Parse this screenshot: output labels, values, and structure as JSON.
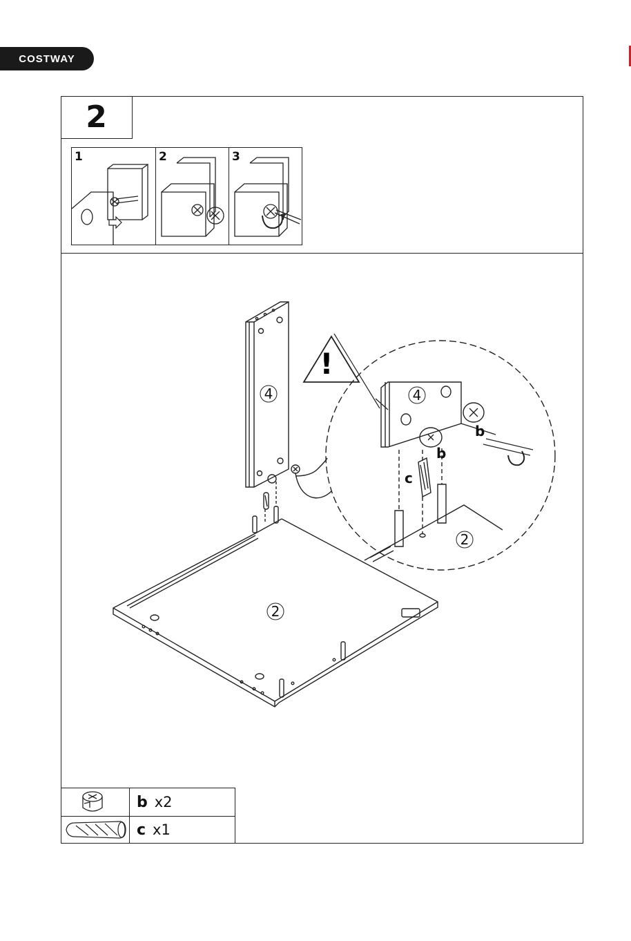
{
  "brand": {
    "name": "COSTWAY"
  },
  "step": {
    "number": "2"
  },
  "substeps": [
    {
      "number": "1"
    },
    {
      "number": "2"
    },
    {
      "number": "3"
    }
  ],
  "labels": {
    "panel_top": "4",
    "panel_bottom": "2",
    "detail_panel_top": "4",
    "detail_panel_bottom": "2",
    "cam_b_1": "b",
    "cam_b_2": "b",
    "dowel_c": "c"
  },
  "warning": {
    "symbol": "!"
  },
  "parts": [
    {
      "letter": "b",
      "qty": "x2",
      "icon": "cam-lock-icon"
    },
    {
      "letter": "c",
      "qty": "x1",
      "icon": "wood-dowel-icon"
    }
  ],
  "colors": {
    "brand_bg": "#1a1a1a",
    "brand_text": "#ffffff",
    "accent_edge": "#c0282d",
    "line": "#222222"
  }
}
